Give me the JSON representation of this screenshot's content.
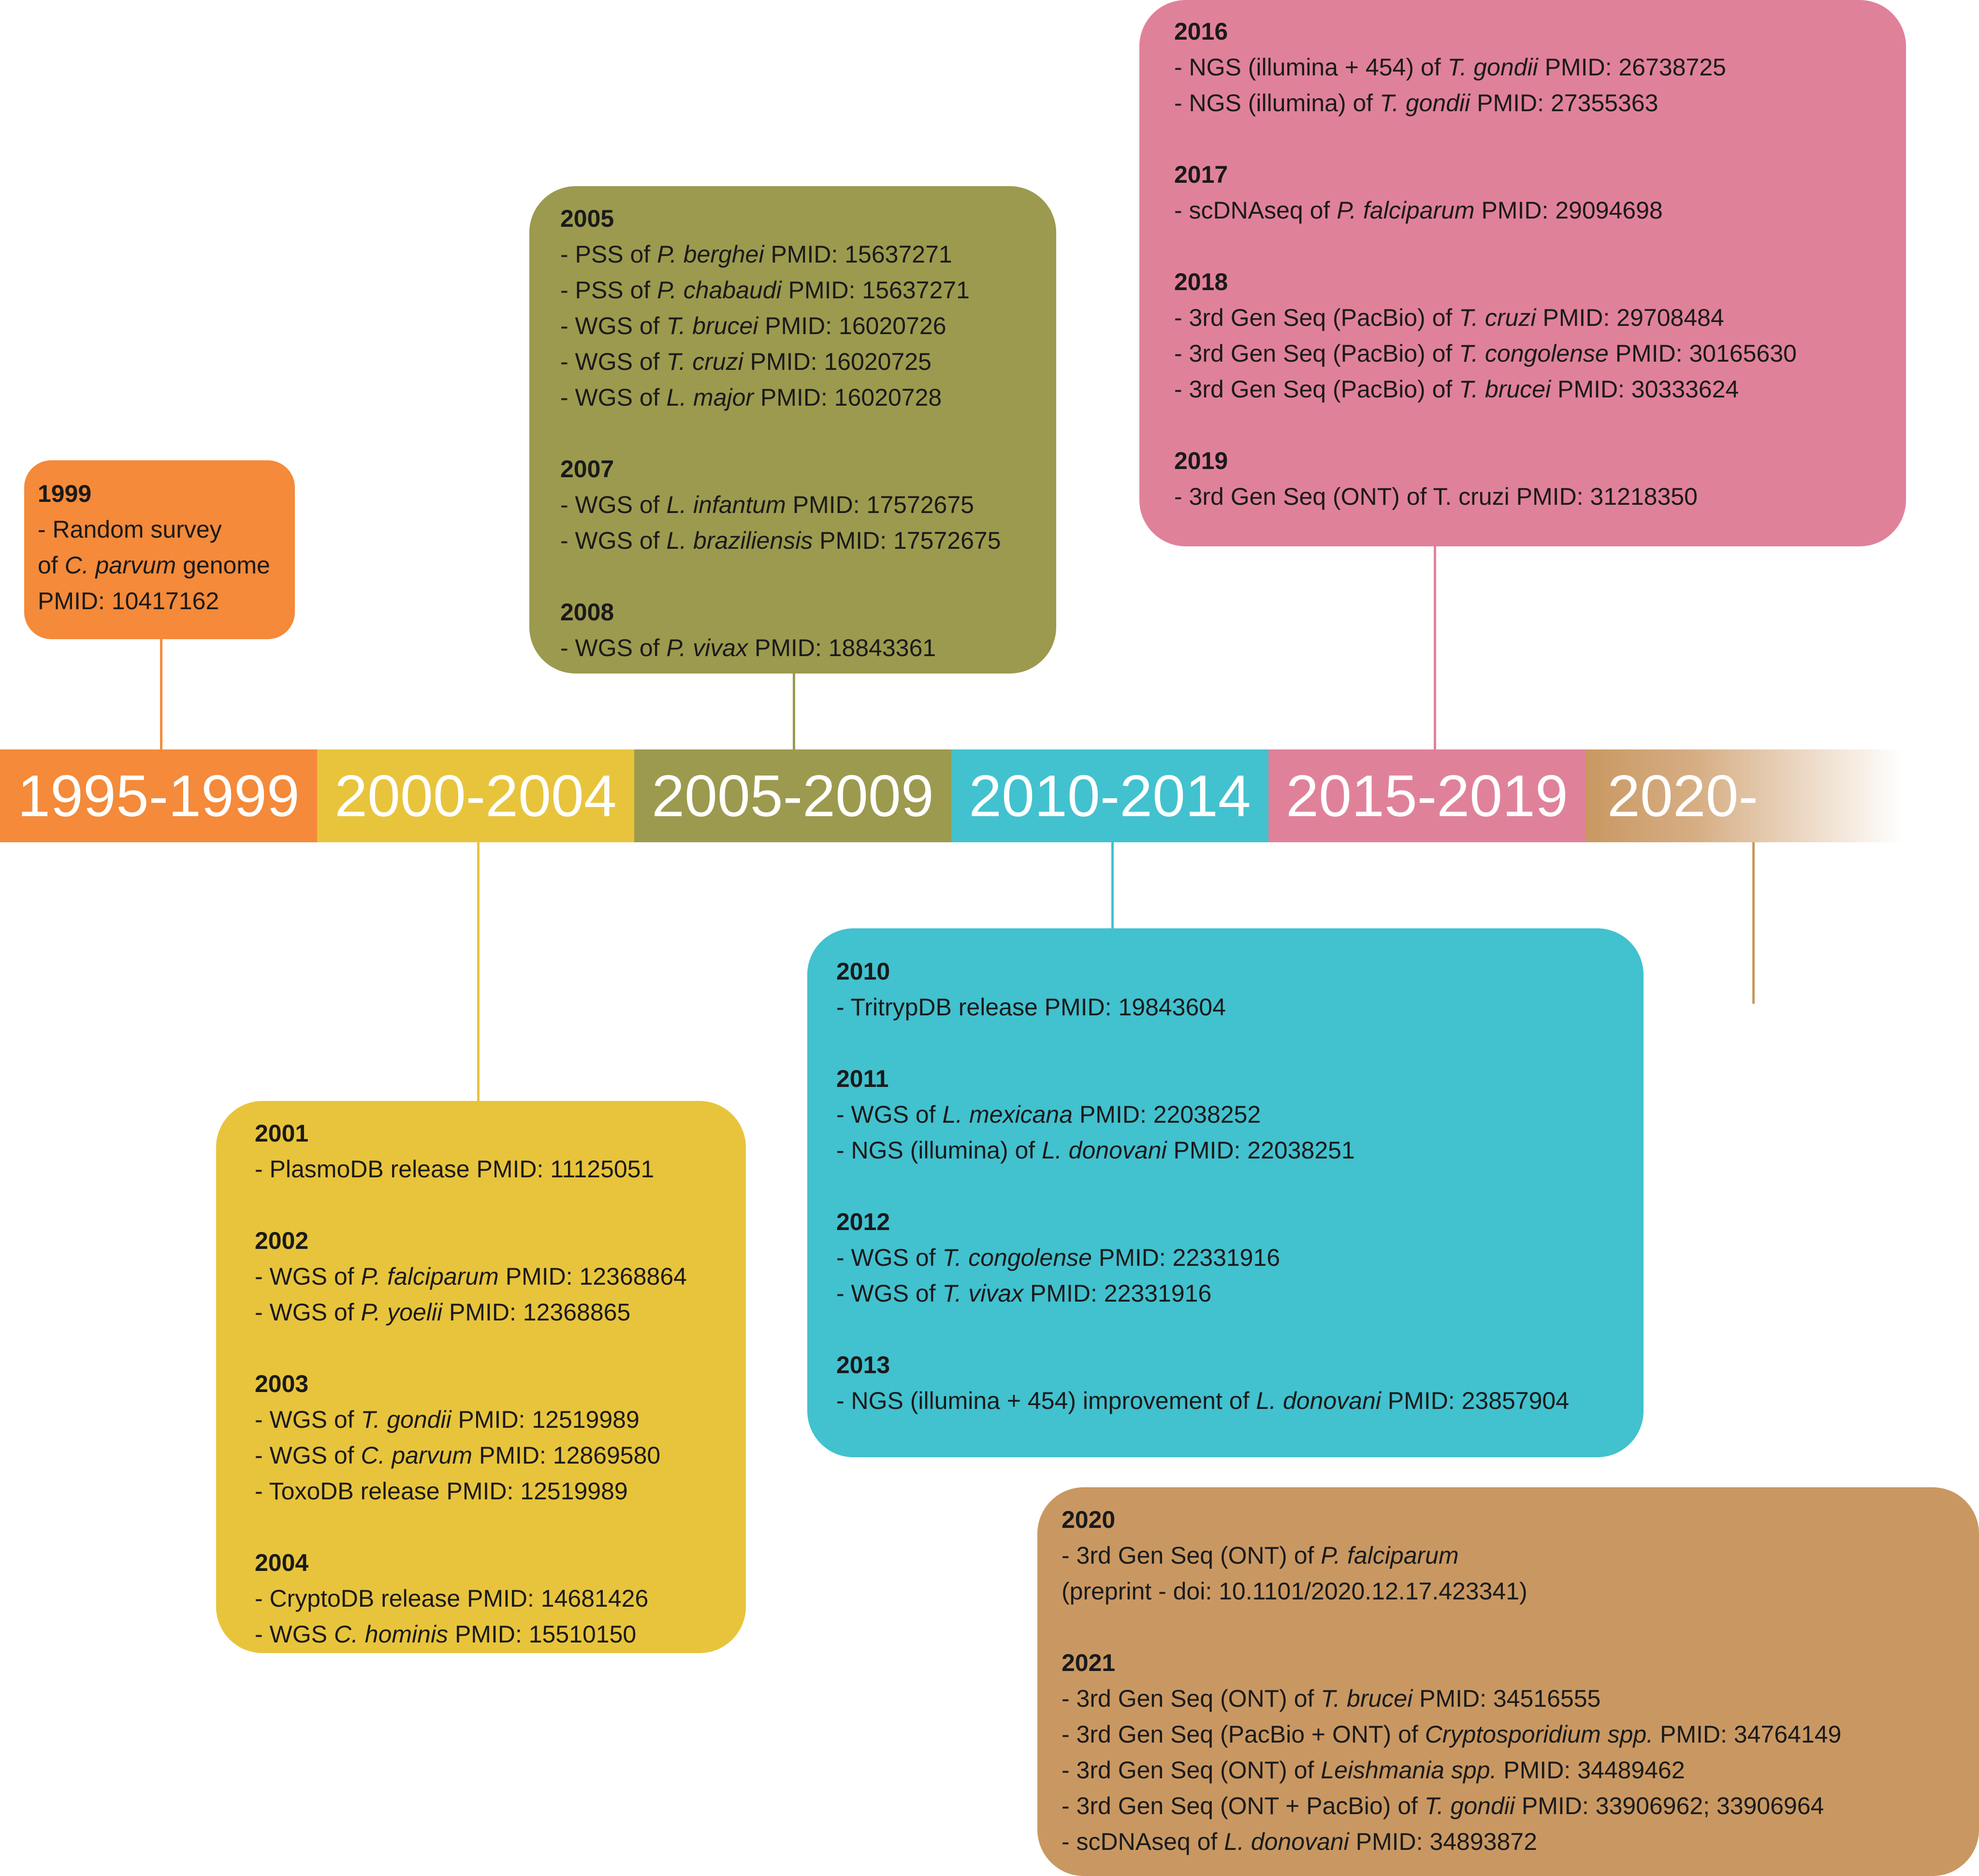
{
  "colors": {
    "p1995": "#f48a3a",
    "p2000": "#e8c43c",
    "p2005": "#9c9a4e",
    "p2010": "#42c1cf",
    "p2015": "#e0819a",
    "p2020": "#c99862"
  },
  "periods": [
    "1995-1999",
    "2000-2004",
    "2005-2009",
    "2010-2014",
    "2015-2019",
    "2020-"
  ],
  "boxes": {
    "p1995": [
      {
        "year": "1999",
        "entries": [
          [
            [
              "- Random survey",
              ""
            ]
          ],
          [
            [
              "of ",
              ""
            ],
            [
              "C. parvum",
              "i"
            ],
            [
              " genome",
              ""
            ]
          ],
          [
            [
              "PMID: 10417162",
              ""
            ]
          ]
        ]
      }
    ],
    "p2000": [
      {
        "year": "2001",
        "entries": [
          [
            [
              "- PlasmoDB release PMID: 11125051",
              ""
            ]
          ]
        ]
      },
      {
        "year": "2002",
        "entries": [
          [
            [
              "- WGS of ",
              ""
            ],
            [
              "P. falciparum",
              "i"
            ],
            [
              " PMID: 12368864",
              ""
            ]
          ],
          [
            [
              "- WGS of ",
              ""
            ],
            [
              "P. yoelii",
              "i"
            ],
            [
              " PMID: 12368865",
              ""
            ]
          ]
        ]
      },
      {
        "year": "2003",
        "entries": [
          [
            [
              "- WGS of ",
              ""
            ],
            [
              "T. gondii",
              "i"
            ],
            [
              " PMID: 12519989",
              ""
            ]
          ],
          [
            [
              "- WGS of ",
              ""
            ],
            [
              "C. parvum",
              "i"
            ],
            [
              " PMID: 12869580",
              ""
            ]
          ],
          [
            [
              "- ToxoDB release PMID: 12519989",
              ""
            ]
          ]
        ]
      },
      {
        "year": "2004",
        "entries": [
          [
            [
              "- CryptoDB release PMID: 14681426",
              ""
            ]
          ],
          [
            [
              "- WGS ",
              ""
            ],
            [
              "C. hominis",
              "i"
            ],
            [
              " PMID: 15510150",
              ""
            ]
          ]
        ]
      }
    ],
    "p2005": [
      {
        "year": "2005",
        "entries": [
          [
            [
              "- PSS of ",
              ""
            ],
            [
              "P. berghei",
              "i"
            ],
            [
              " PMID: 15637271",
              ""
            ]
          ],
          [
            [
              "- PSS of ",
              ""
            ],
            [
              "P. chabaudi",
              "i"
            ],
            [
              " PMID: 15637271",
              ""
            ]
          ],
          [
            [
              "- WGS of ",
              ""
            ],
            [
              "T. brucei",
              "i"
            ],
            [
              " PMID: 16020726",
              ""
            ]
          ],
          [
            [
              "- WGS of ",
              ""
            ],
            [
              "T. cruzi",
              "i"
            ],
            [
              " PMID: 16020725",
              ""
            ]
          ],
          [
            [
              "- WGS of ",
              ""
            ],
            [
              "L. major",
              "i"
            ],
            [
              " PMID: 16020728",
              ""
            ]
          ]
        ]
      },
      {
        "year": "2007",
        "entries": [
          [
            [
              "- WGS of ",
              ""
            ],
            [
              "L. infantum",
              "i"
            ],
            [
              " PMID: 17572675",
              ""
            ]
          ],
          [
            [
              "- WGS of ",
              ""
            ],
            [
              "L. braziliensis",
              "i"
            ],
            [
              " PMID: 17572675",
              ""
            ]
          ]
        ]
      },
      {
        "year": "2008",
        "entries": [
          [
            [
              "- WGS of ",
              ""
            ],
            [
              "P. vivax",
              "i"
            ],
            [
              " PMID: 18843361",
              ""
            ]
          ]
        ]
      }
    ],
    "p2010": [
      {
        "year": "2010",
        "entries": [
          [
            [
              "- TritrypDB release PMID: 19843604",
              ""
            ]
          ]
        ]
      },
      {
        "year": "2011",
        "entries": [
          [
            [
              "- WGS of ",
              ""
            ],
            [
              "L. mexicana",
              "i"
            ],
            [
              " PMID: 22038252",
              ""
            ]
          ],
          [
            [
              "- NGS (illumina) of ",
              ""
            ],
            [
              "L. donovani",
              "i"
            ],
            [
              " PMID: 22038251",
              ""
            ]
          ]
        ]
      },
      {
        "year": "2012",
        "entries": [
          [
            [
              "- WGS of ",
              ""
            ],
            [
              "T. congolense",
              "i"
            ],
            [
              " PMID: 22331916",
              ""
            ]
          ],
          [
            [
              "- WGS of ",
              ""
            ],
            [
              "T. vivax",
              "i"
            ],
            [
              " PMID: 22331916",
              ""
            ]
          ]
        ]
      },
      {
        "year": "2013",
        "entries": [
          [
            [
              "- NGS (illumina + 454) improvement of ",
              ""
            ],
            [
              "L. donovani",
              "i"
            ],
            [
              " PMID: 23857904",
              ""
            ]
          ]
        ]
      }
    ],
    "p2015": [
      {
        "year": "2016",
        "entries": [
          [
            [
              "- NGS (illumina + 454) of ",
              ""
            ],
            [
              "T. gondii",
              "i"
            ],
            [
              " PMID: 26738725",
              ""
            ]
          ],
          [
            [
              "- NGS (illumina) of ",
              ""
            ],
            [
              "T. gondii",
              "i"
            ],
            [
              " PMID: 27355363",
              ""
            ]
          ]
        ]
      },
      {
        "year": "2017",
        "entries": [
          [
            [
              "- scDNAseq of ",
              ""
            ],
            [
              "P. falciparum",
              "i"
            ],
            [
              " PMID: 29094698",
              ""
            ]
          ]
        ]
      },
      {
        "year": "2018",
        "entries": [
          [
            [
              "- 3rd Gen Seq (PacBio) of ",
              ""
            ],
            [
              "T. cruzi",
              "i"
            ],
            [
              " PMID: 29708484",
              ""
            ]
          ],
          [
            [
              "- 3rd Gen Seq (PacBio) of ",
              ""
            ],
            [
              "T. congolense",
              "i"
            ],
            [
              " PMID: 30165630",
              ""
            ]
          ],
          [
            [
              "- 3rd Gen Seq (PacBio) of ",
              ""
            ],
            [
              "T. brucei",
              "i"
            ],
            [
              " PMID: 30333624",
              ""
            ]
          ]
        ]
      },
      {
        "year": "2019",
        "entries": [
          [
            [
              "- 3rd Gen Seq (ONT) of T. cruzi  PMID: 31218350",
              ""
            ]
          ]
        ]
      }
    ],
    "p2020": [
      {
        "year": "2020",
        "entries": [
          [
            [
              "- 3rd Gen Seq (ONT) of ",
              ""
            ],
            [
              "P. falciparum",
              "i"
            ]
          ],
          [
            [
              "(preprint - doi: 10.1101/2020.12.17.423341)",
              ""
            ]
          ]
        ]
      },
      {
        "year": "2021",
        "entries": [
          [
            [
              "- 3rd Gen Seq (ONT) of ",
              ""
            ],
            [
              "T. brucei",
              "i"
            ],
            [
              " PMID: 34516555",
              ""
            ]
          ],
          [
            [
              "- 3rd Gen Seq (PacBio + ONT) of ",
              ""
            ],
            [
              "Cryptosporidium spp.",
              "i"
            ],
            [
              " PMID: 34764149",
              ""
            ]
          ],
          [
            [
              "- 3rd Gen Seq (ONT) of ",
              ""
            ],
            [
              "Leishmania spp.",
              "i"
            ],
            [
              " PMID: 34489462",
              ""
            ]
          ],
          [
            [
              "- 3rd Gen Seq (ONT + PacBio) of ",
              ""
            ],
            [
              "T. gondii",
              "i"
            ],
            [
              " PMID: 33906962; 33906964",
              ""
            ]
          ],
          [
            [
              "- scDNAseq of ",
              ""
            ],
            [
              "L. donovani",
              "i"
            ],
            [
              " PMID: 34893872",
              ""
            ]
          ]
        ]
      }
    ]
  }
}
